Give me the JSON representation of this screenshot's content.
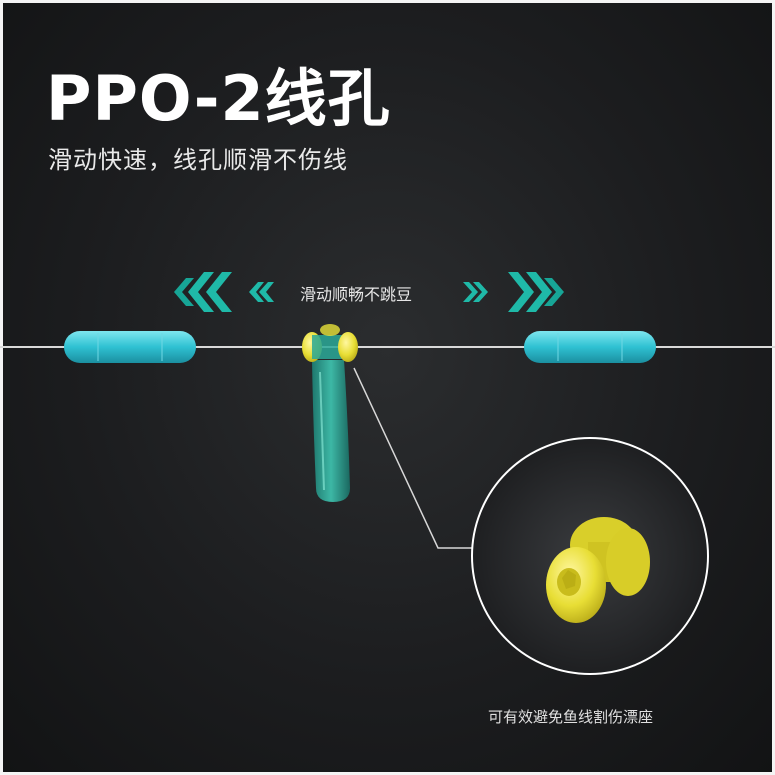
{
  "title": "PPO-2线孔",
  "subtitle": "滑动快速，线孔顺滑不伤线",
  "arrows_label": "滑动顺畅不跳豆",
  "caption": "可有效避免鱼线割伤漂座",
  "colors": {
    "background": "#1c1d1f",
    "accent_teal": "#1fb9a8",
    "float_cyan": "#37c9d8",
    "bead_yellow": "#e8e23a",
    "line": "#d9d9d9"
  }
}
